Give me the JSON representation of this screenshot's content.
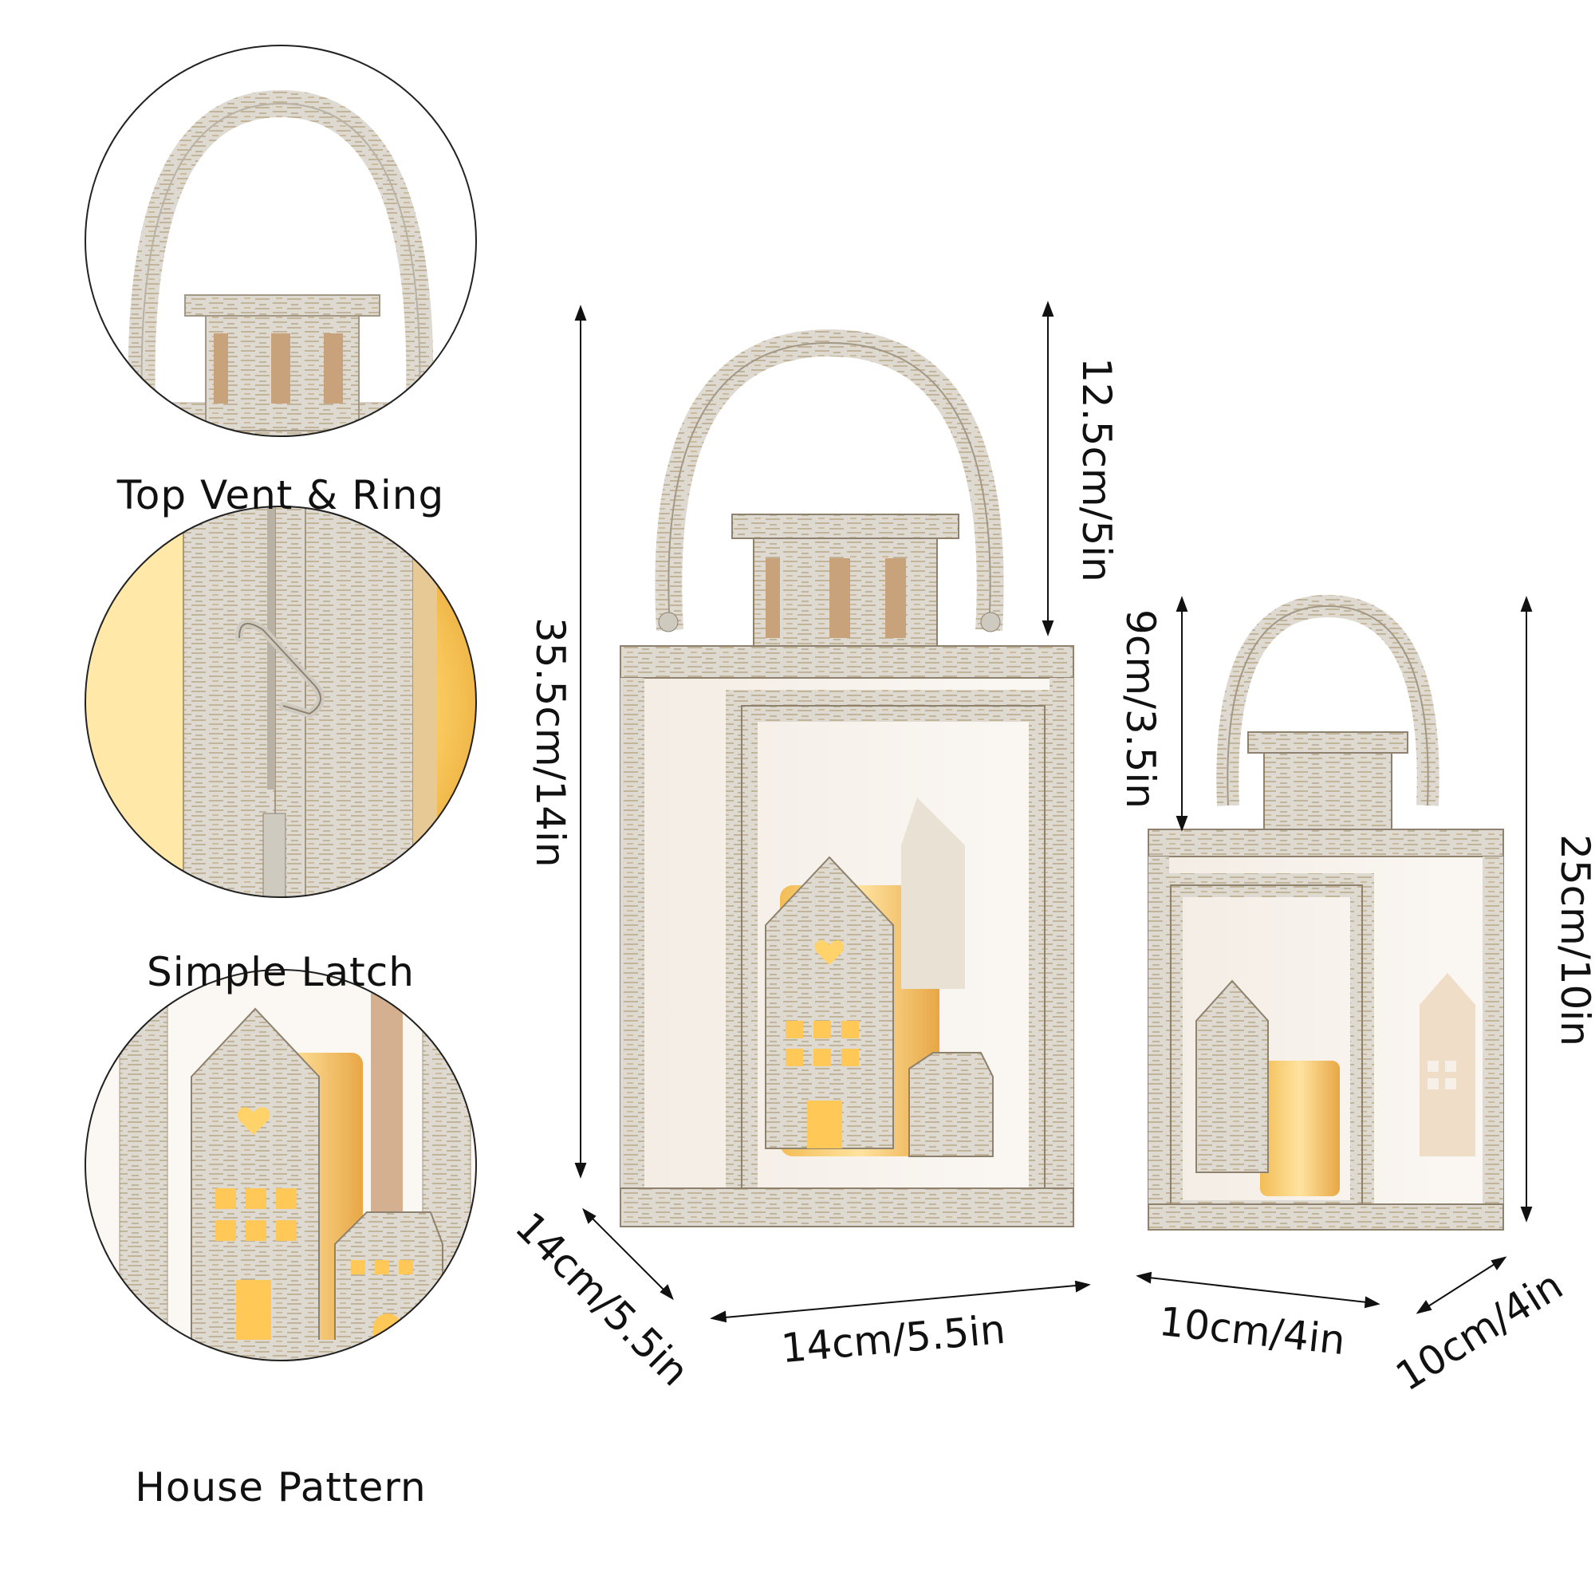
{
  "captions": {
    "top_vent": "Top Vent & Ring",
    "simple_latch": "Simple Latch",
    "house_pattern": "House Pattern"
  },
  "dimensions": {
    "large_height": "35.5cm/14in",
    "large_handle": "12.5cm/5in",
    "large_depth": "14cm/5.5in",
    "large_width": "14cm/5.5in",
    "small_handle": "9cm/3.5in",
    "small_height": "25cm/10in",
    "small_width": "10cm/4in",
    "small_depth": "10cm/4in"
  },
  "colors": {
    "metal": "#dcd8cf",
    "metal_shadow": "#b9b1a3",
    "gold_trim": "#b78f55",
    "candle": "#f8d27a",
    "glow": "#ffc857"
  }
}
